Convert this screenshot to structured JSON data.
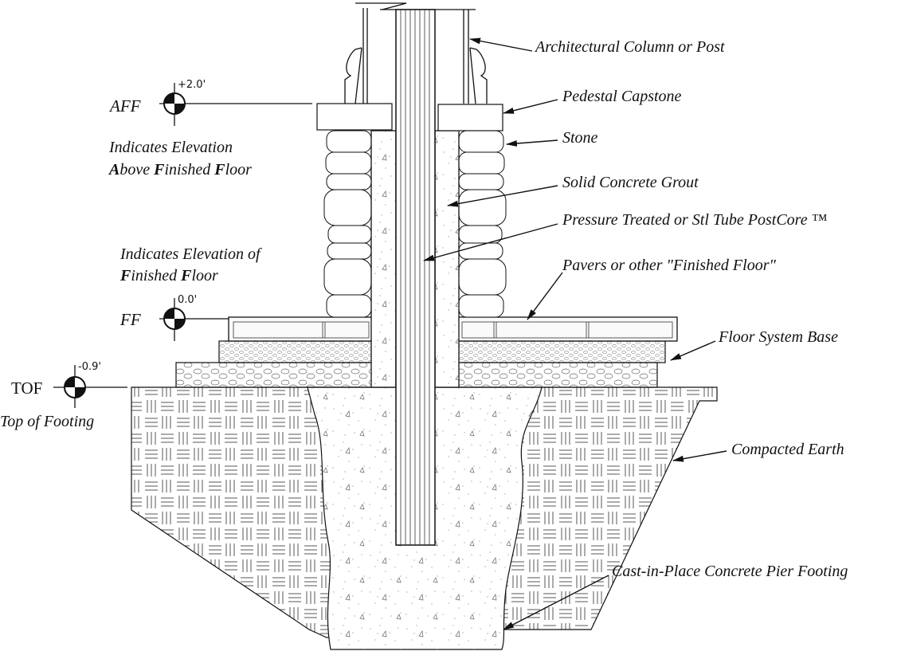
{
  "elevation_markers": {
    "aff": {
      "tag": "AFF",
      "value": "+2.0'",
      "desc_line1": "Indicates Elevation",
      "desc_line2_parts": [
        "A",
        "bove ",
        "F",
        "inished ",
        "F",
        "loor"
      ]
    },
    "ff": {
      "tag": "FF",
      "value": "0.0'",
      "desc_line1": "Indicates Elevation of",
      "desc_line2_parts": [
        "F",
        "inished ",
        "F",
        "loor"
      ]
    },
    "tof": {
      "tag": "TOF",
      "value": "-0.9'",
      "desc": "Top of Footing"
    }
  },
  "callouts": {
    "column": "Architectural Column or Post",
    "capstone": "Pedestal Capstone",
    "stone": "Stone",
    "grout": "Solid Concrete Grout",
    "postcore": "Pressure Treated or Stl Tube PostCore ™",
    "pavers": "Pavers or other \"Finished Floor\"",
    "floor_base": "Floor System Base",
    "earth": "Compacted Earth",
    "footing": "Cast-in-Place Concrete Pier Footing"
  }
}
